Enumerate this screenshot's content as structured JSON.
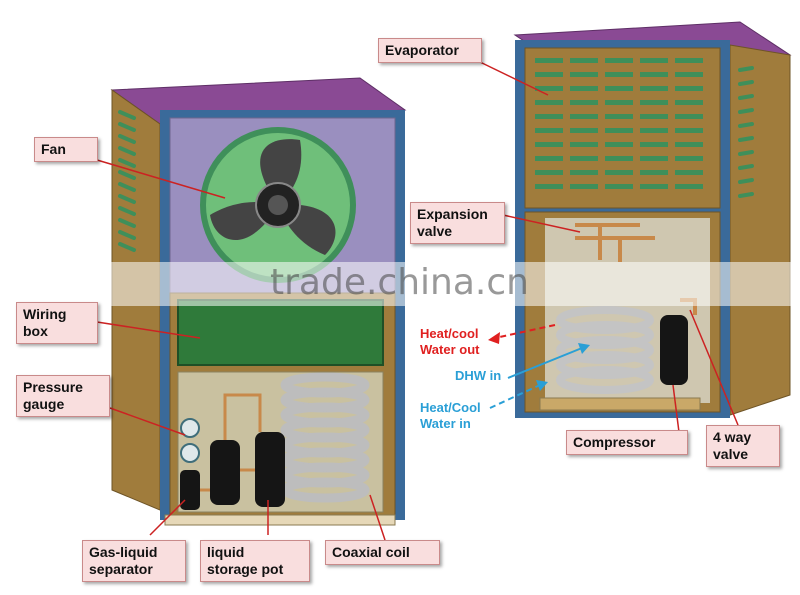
{
  "labels": {
    "fan": "Fan",
    "wiring_box": "Wiring\nbox",
    "pressure_gauge": "Pressure\ngauge",
    "gas_liquid_separator": "Gas-liquid\nseparator",
    "liquid_storage_pot": "liquid\nstorage pot",
    "coaxial_coil": "Coaxial coil",
    "evaporator": "Evaporator",
    "expansion_valve": "Expansion\nvalve",
    "compressor": "Compressor",
    "four_way_valve": "4 way\nvalve"
  },
  "flows": {
    "heat_cool_water_out": "Heat/cool\nWater out",
    "dhw_in": "DHW in",
    "heat_cool_water_in": "Heat/Cool\nWater in"
  },
  "watermark": "trade.china.cn",
  "colors": {
    "label_bg": "#f9dede",
    "label_border": "#c98a8a",
    "water_out": "#e02020",
    "water_in": "#2a9fd6",
    "cabinet": "#a07c3c",
    "roof": "#8a4a94",
    "frame": "#3a6a9a",
    "grille": "#3f8f5a",
    "fan_blade": "#444444",
    "panel": "#9a8fbf",
    "wiring_box": "#2f7a3a"
  }
}
